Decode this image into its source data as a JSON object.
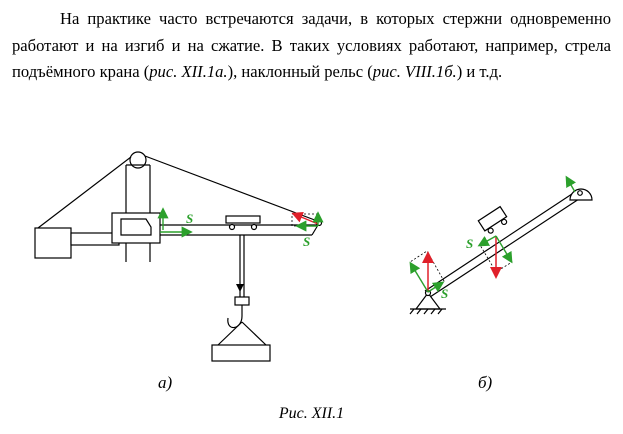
{
  "text": {
    "part1": "На практике часто встречаются задачи, в которых стержни одновременно работают и на изгиб и на сжатие. В таких условиях работают, например, стрела подъёмного крана (",
    "ref1": "рис. XII.1а.",
    "part2": "), наклонный рельс (",
    "ref2": "рис. VIII.1б.",
    "part3": ") и т.д."
  },
  "figure": {
    "label_a": "а)",
    "label_b": "б)",
    "caption": "Рис. XII.1",
    "force_label": "S",
    "colors": {
      "red": "#e0202a",
      "green": "#2ca02c",
      "black": "#000000"
    }
  }
}
